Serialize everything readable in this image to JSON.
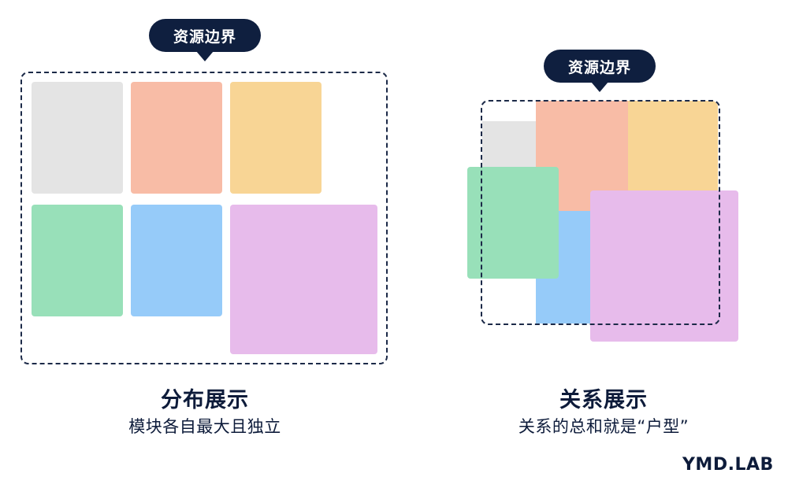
{
  "left_panel": {
    "boundary_label": "资源边界",
    "title": "分布展示",
    "subtitle": "模块各自最大且独立"
  },
  "right_panel": {
    "boundary_label": "资源边界",
    "title": "关系展示",
    "subtitle": "关系的总和就是“户型”"
  },
  "brand": "YMD.LAB",
  "colors": {
    "navy": "#0f1f3f",
    "gray": "#e4e4e4",
    "salmon": "#f8bca6",
    "yellow": "#f8d595",
    "green": "#98e0b9",
    "blue": "#96cbf9",
    "purple": "#e7bbeb"
  }
}
